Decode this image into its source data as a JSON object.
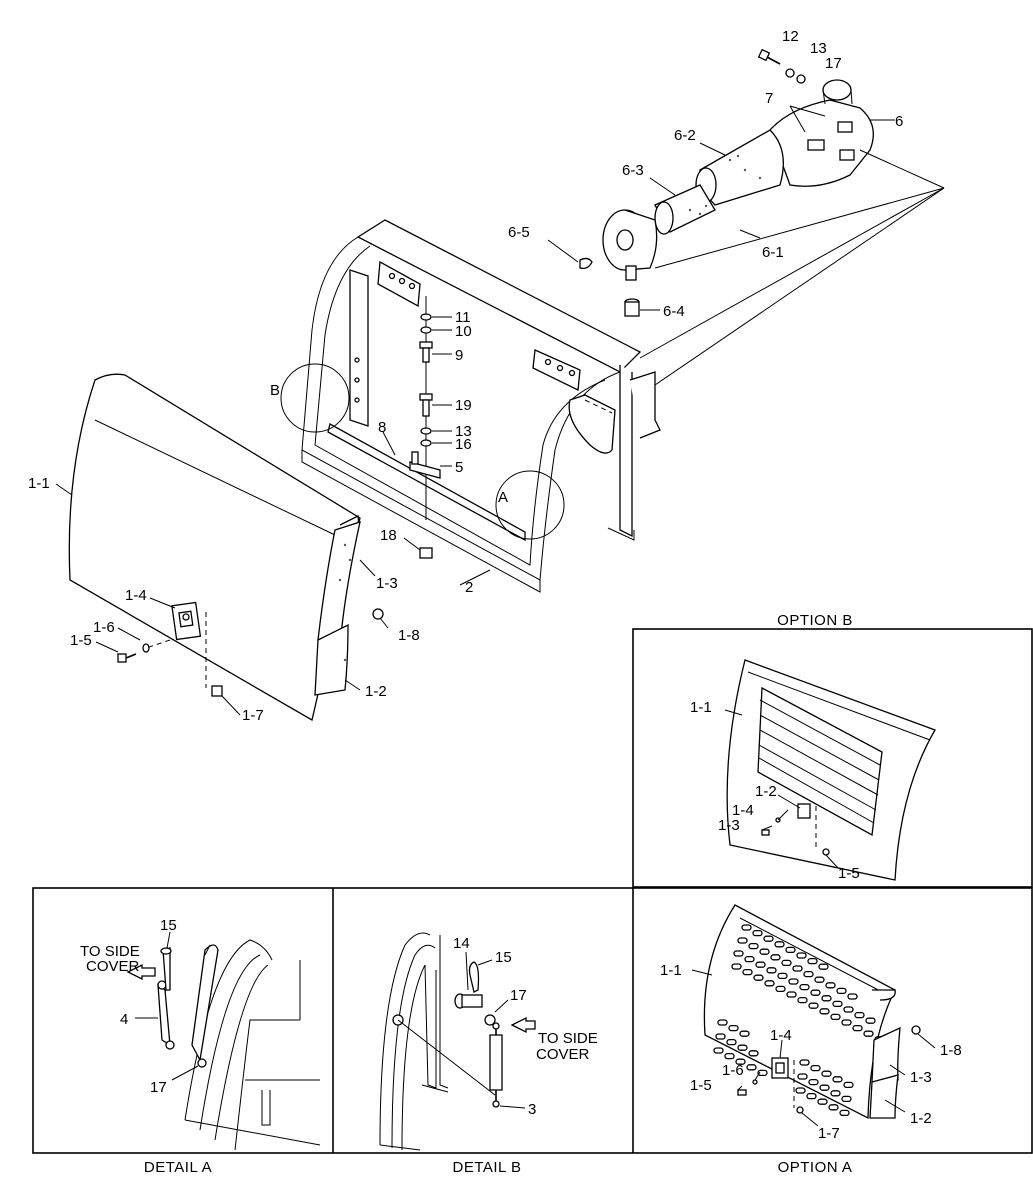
{
  "main_labels": {
    "p12": "12",
    "p13": "13",
    "p17": "17",
    "p7": "7",
    "p6": "6",
    "p6_2": "6-2",
    "p6_3": "6-3",
    "p6_5": "6-5",
    "p6_1": "6-1",
    "p6_4": "6-4",
    "p11": "11",
    "p10": "10",
    "p9": "9",
    "p19": "19",
    "p13b": "13",
    "p16": "16",
    "p5": "5",
    "p8": "8",
    "p18": "18",
    "p2": "2",
    "circleB": "B",
    "circleA": "A",
    "p1_1": "1-1",
    "p1_3": "1-3",
    "p1_4": "1-4",
    "p1_6": "1-6",
    "p1_5": "1-5",
    "p1_8": "1-8",
    "p1_2": "1-2",
    "p1_7": "1-7"
  },
  "option_b": {
    "title": "OPTION B",
    "labels": {
      "p1_1": "1-1",
      "p1_2": "1-2",
      "p1_4": "1-4",
      "p1_3": "1-3",
      "p1_5": "1-5"
    }
  },
  "detail_a": {
    "title": "DETAIL A",
    "labels": {
      "p15": "15",
      "to_side_1": "TO SIDE",
      "to_side_2": "COVER",
      "p4": "4",
      "p17": "17"
    }
  },
  "detail_b": {
    "title": "DETAIL B",
    "labels": {
      "p14": "14",
      "p15": "15",
      "p17": "17",
      "to_side_1": "TO SIDE",
      "to_side_2": "COVER",
      "p3": "3"
    }
  },
  "option_a": {
    "title": "OPTION A",
    "labels": {
      "p1_1": "1-1",
      "p1_4": "1-4",
      "p1_6": "1-6",
      "p1_5": "1-5",
      "p1_8": "1-8",
      "p1_3": "1-3",
      "p1_2": "1-2",
      "p1_7": "1-7"
    }
  }
}
